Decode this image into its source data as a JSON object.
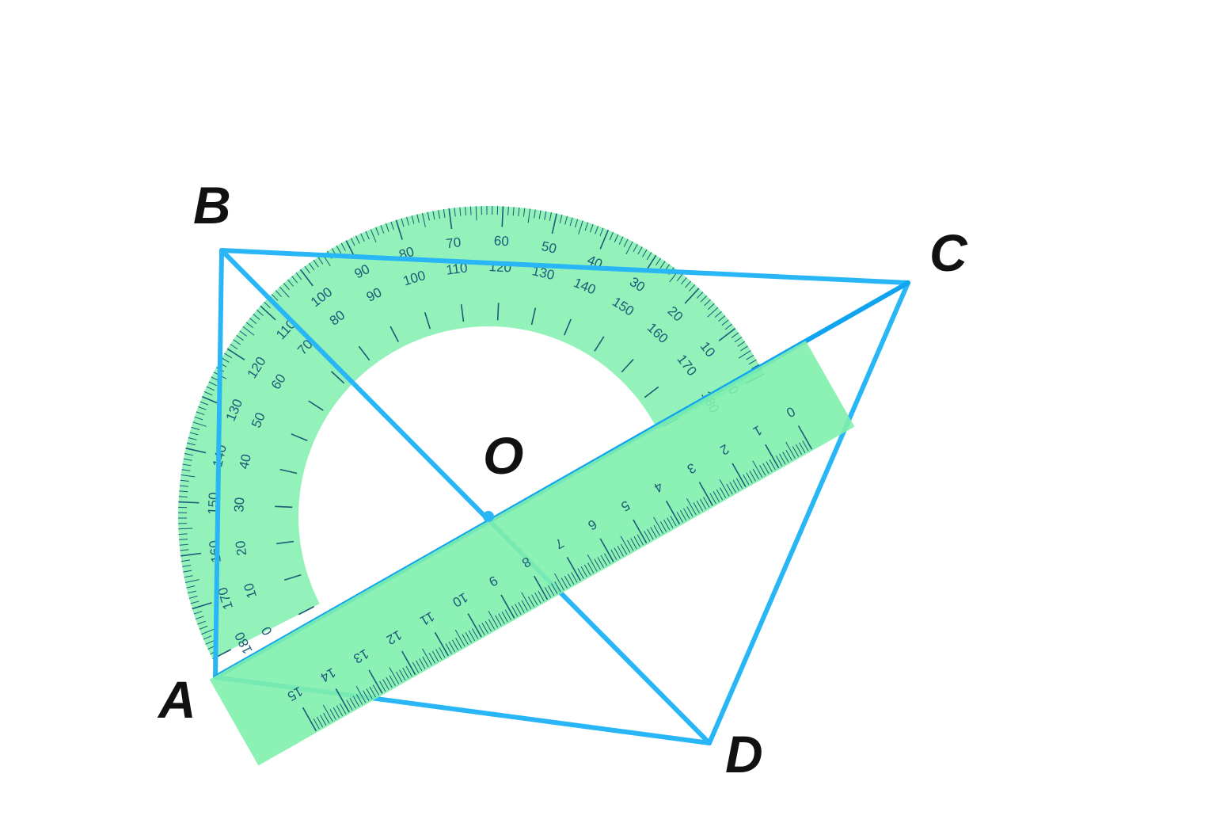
{
  "figure": {
    "vertices": [
      {
        "id": "A",
        "label": "A"
      },
      {
        "id": "B",
        "label": "B"
      },
      {
        "id": "C",
        "label": "C"
      },
      {
        "id": "D",
        "label": "D"
      },
      {
        "id": "O",
        "label": "O"
      }
    ],
    "segments": [
      {
        "id": "AB",
        "from": "A",
        "to": "B"
      },
      {
        "id": "BC",
        "from": "B",
        "to": "C"
      },
      {
        "id": "CD",
        "from": "C",
        "to": "D"
      },
      {
        "id": "DA",
        "from": "D",
        "to": "A"
      },
      {
        "id": "AC",
        "from": "A",
        "to": "C"
      },
      {
        "id": "BD",
        "from": "B",
        "to": "D"
      }
    ]
  },
  "protractor": {
    "outer_scale": [
      "0",
      "10",
      "20",
      "30",
      "40",
      "50",
      "60",
      "70",
      "80",
      "90",
      "100",
      "110",
      "120",
      "130",
      "140",
      "150",
      "160",
      "170",
      "180"
    ],
    "inner_scale": [
      "180",
      "170",
      "160",
      "150",
      "140",
      "130",
      "120",
      "110",
      "100",
      "90",
      "80",
      "70",
      "60",
      "50",
      "40",
      "30",
      "20",
      "10",
      "0"
    ]
  },
  "ruler": {
    "labels": [
      "0",
      "1",
      "2",
      "3",
      "4",
      "5",
      "6",
      "7",
      "8",
      "9",
      "10",
      "11",
      "12",
      "13",
      "14",
      "15"
    ]
  },
  "colors": {
    "lines": "#29b6f6",
    "diagonal_ac": "#0fa4ef",
    "tool_fill": "#7ff0ad",
    "scale_ink": "#1c5a78",
    "label_ink": "#111111"
  }
}
